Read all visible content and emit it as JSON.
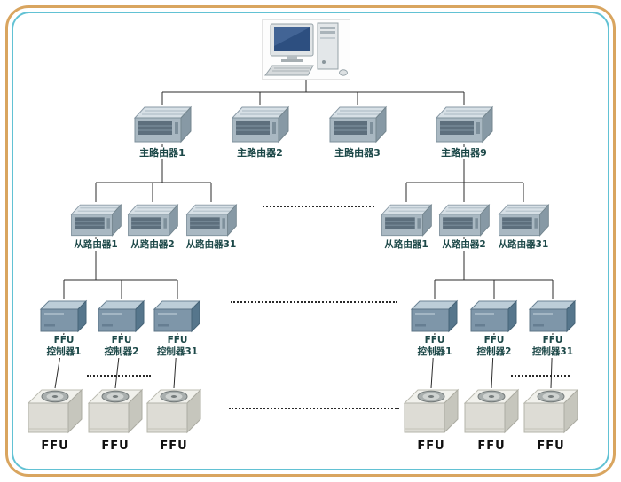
{
  "colors": {
    "outer_frame": "#d9a55f",
    "inner_frame": "#62c2d4",
    "background": "#ffffff",
    "connector_line": "#2b2b2b",
    "label_text": "#1c4848"
  },
  "main_routers": [
    {
      "label": "主路由器1"
    },
    {
      "label": "主路由器2"
    },
    {
      "label": "主路由器3"
    },
    {
      "label": "主路由器9"
    }
  ],
  "left_branch": {
    "slave_routers": [
      {
        "label": "从路由器1"
      },
      {
        "label": "从路由器2"
      },
      {
        "label": "从路由器31"
      }
    ],
    "ffu_controllers": [
      {
        "label": "FFU\n控制器1"
      },
      {
        "label": "FFU\n控制器2"
      },
      {
        "label": "FFU\n控制器31"
      }
    ],
    "ffu_units": [
      {
        "label": "FFU"
      },
      {
        "label": "FFU"
      },
      {
        "label": "FFU"
      }
    ]
  },
  "right_branch": {
    "slave_routers": [
      {
        "label": "从路由器1"
      },
      {
        "label": "从路由器2"
      },
      {
        "label": "从路由器31"
      }
    ],
    "ffu_controllers": [
      {
        "label": "FFU\n控制器1"
      },
      {
        "label": "FFU\n控制器2"
      },
      {
        "label": "FFU\n控制器31"
      }
    ],
    "ffu_units": [
      {
        "label": "FFU"
      },
      {
        "label": "FFU"
      },
      {
        "label": "FFU"
      }
    ]
  }
}
